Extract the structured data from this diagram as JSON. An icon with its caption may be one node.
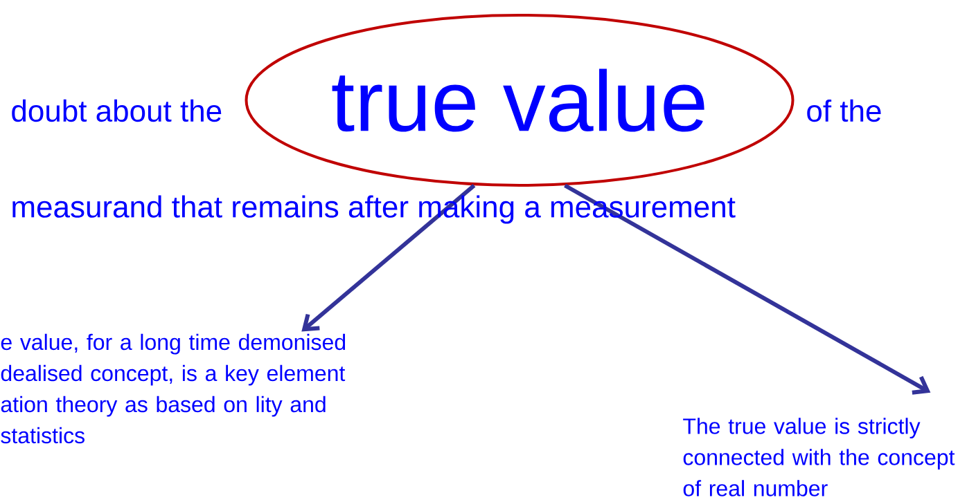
{
  "diagram": {
    "nodes": [
      {
        "text": [
          "true value"
        ]
      },
      {
        "text": [
          "e value, for a long time demonised dealised concept, is a key element ation theory as based on lity and statistics"
        ]
      },
      {
        "text": [
          "The true value is strictly connected with the concept of real number"
        ]
      }
    ],
    "edges": [
      {
        "from": 0,
        "to": 1,
        "arrow": "to"
      },
      {
        "from": 0,
        "to": 2,
        "arrow": "to"
      }
    ],
    "labels": [
      "doubt about the",
      "of the",
      "measurand that remains after making a measurement"
    ]
  }
}
